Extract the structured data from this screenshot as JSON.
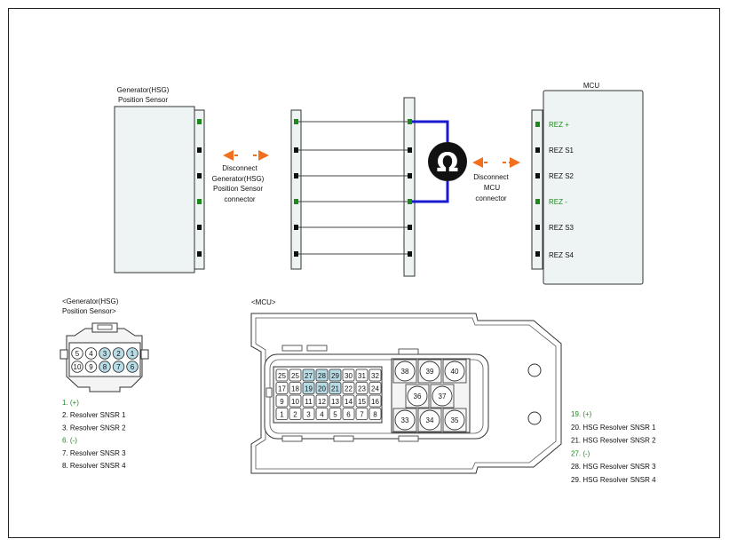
{
  "sensor_box": {
    "title_line1": "Generator(HSG)",
    "title_line2": "Position Sensor"
  },
  "mcu_box": {
    "title": "MCU",
    "pins": [
      "REZ +",
      "REZ S1",
      "REZ S2",
      "REZ -",
      "REZ S3",
      "REZ S4"
    ]
  },
  "disconnect_left": [
    "Disconnect",
    "Generator(HSG)",
    "Position Sensor",
    "connector"
  ],
  "disconnect_right": [
    "Disconnect",
    "MCU",
    "connector"
  ],
  "ohm_symbol": "Ω",
  "sensor_connector": {
    "title_line1": "<Generator(HSG)",
    "title_line2": "Position Sensor>",
    "top_row": [
      "5",
      "4",
      "3",
      "2",
      "1"
    ],
    "bottom_row": [
      "10",
      "9",
      "8",
      "7",
      "6"
    ],
    "highlighted": [
      "3",
      "2",
      "1",
      "8",
      "7",
      "6"
    ],
    "pin_list": [
      {
        "text": "1. (+)",
        "highlight": true
      },
      {
        "text": "2. Resolver SNSR 1",
        "highlight": false
      },
      {
        "text": "3. Resolver SNSR 2",
        "highlight": false
      },
      {
        "text": "6. (-)",
        "highlight": true
      },
      {
        "text": "7. Resolver SNSR 3",
        "highlight": false
      },
      {
        "text": "8. Resolver SNSR 4",
        "highlight": false
      }
    ]
  },
  "mcu_connector": {
    "title": "<MCU>",
    "rows": [
      [
        "25",
        "25",
        "27",
        "28",
        "29",
        "30",
        "31",
        "32"
      ],
      [
        "17",
        "18",
        "19",
        "20",
        "21",
        "22",
        "23",
        "24"
      ],
      [
        "9",
        "10",
        "11",
        "12",
        "13",
        "14",
        "15",
        "16"
      ],
      [
        "1",
        "2",
        "3",
        "4",
        "5",
        "6",
        "7",
        "8"
      ]
    ],
    "highlighted": [
      "27",
      "28",
      "29",
      "19",
      "20",
      "21"
    ],
    "big_pins": [
      "38",
      "39",
      "40",
      "36",
      "37",
      "33",
      "34",
      "35"
    ],
    "pin_list": [
      {
        "text": "19. (+)",
        "highlight": true
      },
      {
        "text": "20. HSG Resolver SNSR 1",
        "highlight": false
      },
      {
        "text": "21. HSG Resolver SNSR 2",
        "highlight": false
      },
      {
        "text": "27. (-)",
        "highlight": true
      },
      {
        "text": "28. HSG Resolver SNSR 3",
        "highlight": false
      },
      {
        "text": "29. HSG Resolver SNSR 4",
        "highlight": false
      }
    ]
  },
  "colors": {
    "green": "#1e8a1e",
    "blue_wire": "#1a1ad0",
    "orange_arrow": "#f07020",
    "pin_highlight": "#b8dce6",
    "box_fill": "#eef3f3"
  }
}
